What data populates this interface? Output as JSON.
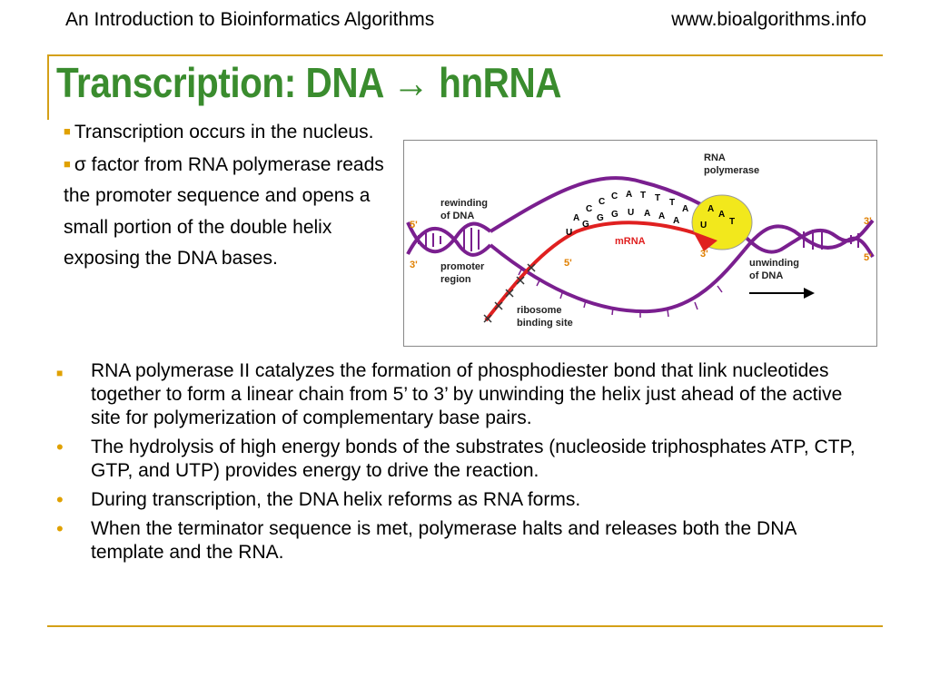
{
  "header": {
    "left": "An Introduction to Bioinformatics Algorithms",
    "right": "www.bioalgorithms.info"
  },
  "title": "Transcription: DNA → hnRNA",
  "left_bullets": [
    "Transcription occurs in the nucleus.",
    "σ factor from RNA polymerase reads the promoter sequence and opens a small portion of the double helix exposing the DNA bases."
  ],
  "diagram": {
    "labels": {
      "rna_polymerase": [
        "RNA",
        "polymerase"
      ],
      "rewinding": [
        "rewinding",
        "of DNA"
      ],
      "promoter": [
        "promoter",
        "region"
      ],
      "mrna": "mRNA",
      "unwinding": [
        "unwinding",
        "of DNA"
      ],
      "ribosome": [
        "ribosome",
        "binding site"
      ],
      "five_prime_left": "5'",
      "three_prime_left": "3'",
      "three_prime_right": "3'",
      "five_prime_right": "5'",
      "mrna_five": "5'",
      "mrna_three": "3'"
    },
    "bases_top": [
      "A",
      "C",
      "C",
      "C",
      "A",
      "T",
      "T",
      "T",
      "A"
    ],
    "bases_mid": [
      "U",
      "G",
      "G",
      "G",
      "U",
      "A",
      "A",
      "A"
    ],
    "bases_poly": [
      "A",
      "A",
      "T",
      "U"
    ],
    "colors": {
      "dna_strand": "#7a1f8f",
      "mrna_strand": "#e02020",
      "polymerase": "#f2e81c",
      "helix_rungs": "#7a1f8f"
    }
  },
  "main_bullets": [
    {
      "marker": "square",
      "text": "RNA polymerase II catalyzes the formation of phosphodiester bond that link nucleotides together to form a linear chain from 5’ to 3’ by unwinding the helix just ahead of the active site for polymerization of complementary base pairs."
    },
    {
      "marker": "dot",
      "text": "The hydrolysis of high energy bonds of the substrates (nucleoside triphosphates ATP, CTP, GTP, and UTP) provides energy to drive the reaction."
    },
    {
      "marker": "dot",
      "text": "During transcription, the DNA helix reforms as RNA forms."
    },
    {
      "marker": "dot",
      "text": "When the terminator sequence is met, polymerase halts and releases both the DNA template and the RNA."
    }
  ]
}
